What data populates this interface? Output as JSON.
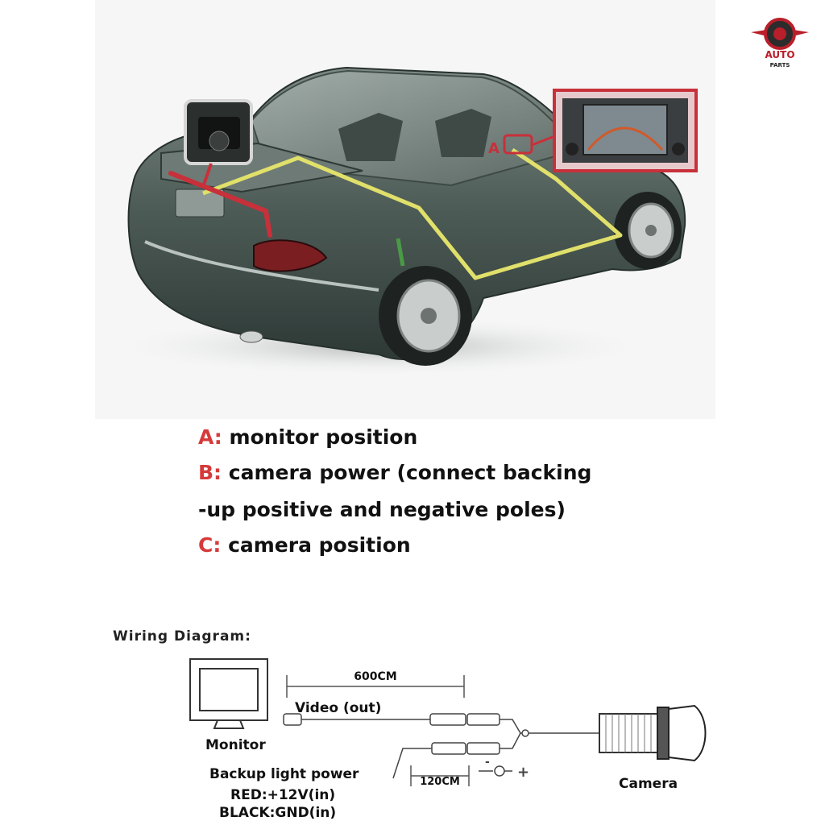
{
  "logo": {
    "line1": "AUTO",
    "line2": "PARTS"
  },
  "illustration": {
    "callout_letter": "A",
    "colors": {
      "wire": "#e0e06a",
      "callout_red": "#c8303a",
      "car_body": "#4c5a55"
    }
  },
  "legend": [
    {
      "key": "A:",
      "text": " monitor  position"
    },
    {
      "key": "B:",
      "text": " camera power (connect backing"
    },
    {
      "key": "",
      "text": "-up positive and negative poles)"
    },
    {
      "key": "C:",
      "text": " camera position"
    }
  ],
  "wiring": {
    "title": "Wiring Diagram:",
    "cable_length": "600CM",
    "video_label": "Video (out)",
    "monitor_label": "Monitor",
    "power_cable_length": "120CM",
    "camera_label": "Camera",
    "power_title": "Backup light power",
    "red_line": "RED:+12V(in)",
    "black_line": "BLACK:GND(in)",
    "polarity_minus": "-",
    "polarity_plus": "+"
  }
}
